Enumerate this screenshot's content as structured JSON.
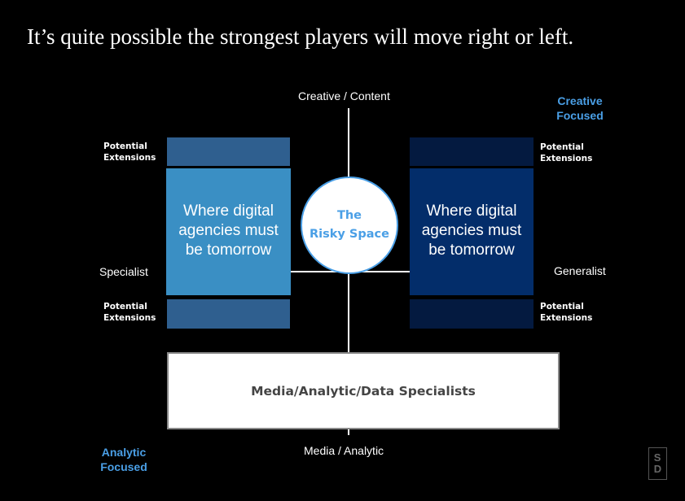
{
  "title": "It’s quite possible the strongest players will move right or left.",
  "axes": {
    "top": "Creative / Content",
    "bottom": "Media / Analytic",
    "left": "Specialist",
    "right": "Generalist"
  },
  "corners": {
    "top_right": "Creative Focused",
    "bottom_left": "Analytic Focused"
  },
  "extension_label": "Potential Extensions",
  "left_box": "Where digital agencies must be tomorrow",
  "right_box": "Where digital agencies must be tomorrow",
  "circle": {
    "line1": "The",
    "line2": "Risky Space"
  },
  "bottom_box": "Media/Analytic/Data Specialists",
  "logo": "SD",
  "colors": {
    "left_main": "#3a8fc4",
    "left_ext": "#2f5f8f",
    "right_main": "#032d6a",
    "right_ext": "#041a40",
    "accent": "#4a9fe6"
  }
}
